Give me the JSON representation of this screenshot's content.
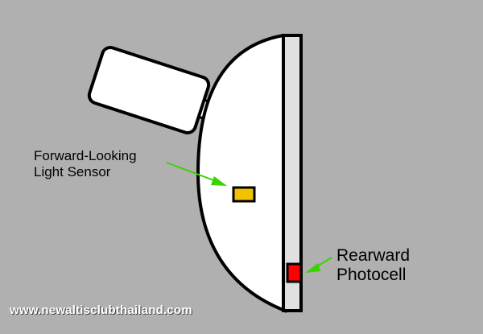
{
  "labels": {
    "forward_line1": "Forward-Looking",
    "forward_line2": "Light Sensor",
    "rear_line1": "Rearward",
    "rear_line2": "Photocell"
  },
  "watermark": "www.newaltisclubthailand.com",
  "colors": {
    "background": "#b0b0b0",
    "housing": "#ffffff",
    "outline": "#000000",
    "glass_strip": "#e0e0e0",
    "forward_sensor": "#f2c200",
    "rear_photocell": "#ff0000",
    "arrow": "#39d400"
  }
}
